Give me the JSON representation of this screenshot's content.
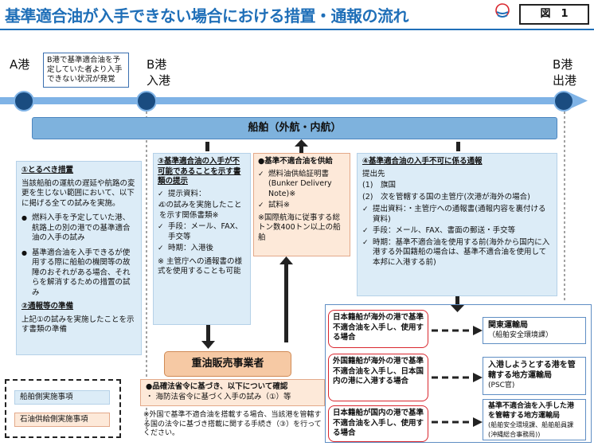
{
  "header": {
    "title": "基準適合油が入手できない場合における措置・通報の流れ",
    "figure_label": "図　1"
  },
  "ports": {
    "a": "A港",
    "b_line1": "B港",
    "b_line2": "入港",
    "b2_line1": "B港",
    "b2_line2": "出港"
  },
  "callout": "B港で基準適合油を予定していた者より入手できない状況が発覚",
  "ship_bar": "船舶（外航・内航）",
  "panel1": {
    "heading1": "①とるべき措置",
    "intro": "当該船舶の運航の遅延や航路の変更を生じない範囲において、以下に掲げる全ての試みを実施。",
    "bullets": [
      "燃料入手を予定していた港、航路上の別の港での基準適合油の入手の試み",
      "基準適合油を入手できるが使用する際に船舶の機関等の故障のおそれがある場合、それらを解消するための措置の試み"
    ],
    "heading2": "②通報等の準備",
    "text2": "上記①の試みを実施したことを示す書類の準備"
  },
  "panel3": {
    "heading": "③基準適合油の入手が不可能であることを示す書類の提示",
    "items": [
      "提示資料：",
      "①の試みを実施したことを示す関係書類※",
      "手段：メール、FAX、手交等",
      "時期：入港後"
    ],
    "note": "※ 主管庁への通報書の様式を使用することも可能"
  },
  "fuel_panel": {
    "heading": "●基準不適合油を供給",
    "items": [
      "燃料油供給証明書(Bunker Delivery Note)※",
      "試料※"
    ],
    "note": "※国際航海に従事する総トン数400トン以上の船舶"
  },
  "panel4": {
    "heading": "④基準適合油の入手不可に係る通報",
    "dest_label": "提出先",
    "dest1": "(1)　旗国",
    "dest2": "(2)　次を管轄する国の主管庁(次港が海外の場合)",
    "items": [
      "提出資料：・主管庁への通報書(通報内容を裏付ける資料)",
      "手段：メール、FAX、書面の郵送・手交等",
      "時期：基準不適合油を使用する前(海外から国内に入港する外国籍船の場合は、基準不適合油を使用して本邦に入港する前)"
    ]
  },
  "dealer": "重油販売事業者",
  "dealer_note": {
    "line1": "●品確法省令に基づき、以下について確認",
    "line2": "・ 海防法省令に基づく入手の試み（①）等"
  },
  "legend": {
    "ship_side": "船舶側実施事項",
    "fuel_side": "石油供給側実施事項"
  },
  "bottom_note": "※外国で基準不適合油を搭載する場合、当該港を管轄する国の法令に基づき搭載に関する手続き（③）を行ってください。",
  "flows": [
    {
      "case": "日本籍船が海外の港で基準不適合油を入手し、使用する場合",
      "authority": "関東運輸局",
      "authority_sub": "（船舶安全環境課）"
    },
    {
      "case": "外国籍船が海外の港で基準不適合油を入手し、日本国内の港に入港する場合",
      "authority": "入港しようとする港を管轄する地方運輸局",
      "authority_sub": "(PSC官)"
    },
    {
      "case": "日本籍船が国内の港で基準不適合油を入手し、使用する場合",
      "authority": "基準不適合油を入手した港を管轄する地方運輸局",
      "authority_sub": "(船舶安全環境課、船舶船員課(沖縄総合事務局))"
    }
  ],
  "colors": {
    "title": "#1f6fb8",
    "timeline": "#7fb3e6",
    "dot": "#1a4c80",
    "ship_bar": "#7eb2dd",
    "panel": "#dcecf7",
    "fuel": "#fde9d9",
    "dealer": "#f6c9a4",
    "flow_border": "#d9262e"
  }
}
